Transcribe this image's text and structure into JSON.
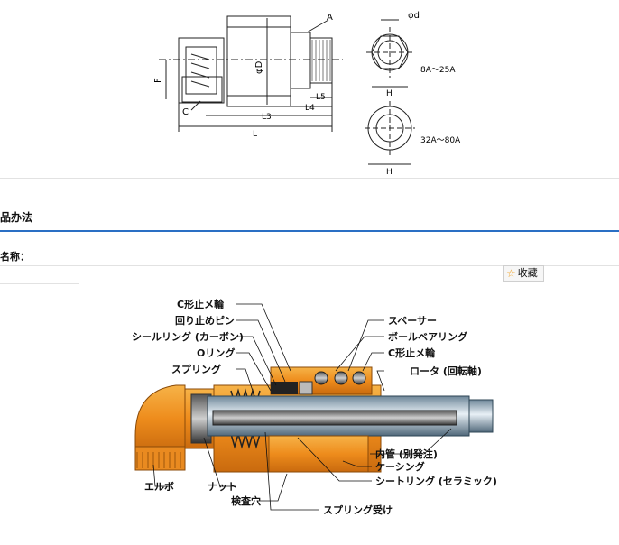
{
  "top_drawing": {
    "labels": {
      "a": "A",
      "phi_d": "φd",
      "phi_D": "φD",
      "f": "F",
      "c": "C",
      "l3": "L3",
      "l4": "L4",
      "l5": "L5",
      "l": "L",
      "h1": "H",
      "h2": "H",
      "size_small": "8A～25A",
      "size_large": "32A～80A"
    }
  },
  "section": {
    "title": "品办法",
    "subtitle": "名称："
  },
  "favorite_button": {
    "label": "收藏"
  },
  "cutaway": {
    "labels": {
      "c_ring_1": "C形止メ輪",
      "anti_rotation_pin": "回り止めピン",
      "seal_ring": "シールリング (カーボン)",
      "o_ring": "Oリング",
      "spring": "スプリング",
      "spacer": "スペーサー",
      "ball_bearing": "ボールベアリング",
      "c_ring_2": "C形止メ輪",
      "rotor": "ロータ (回転軸)",
      "elbow": "エルボ",
      "nut": "ナット",
      "inspection_hole": "検査穴",
      "inner_pipe": "内管 (別発注)",
      "casing": "ケーシング",
      "seat_ring": "シートリング (セラミック)",
      "spring_seat": "スプリング受け"
    }
  }
}
